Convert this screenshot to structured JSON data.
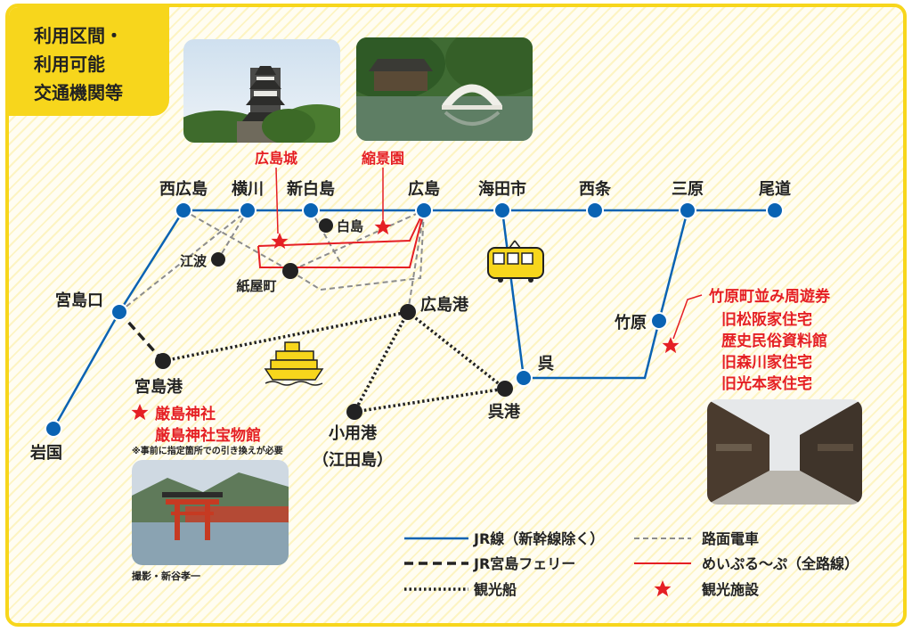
{
  "header": {
    "title_lines": [
      "利用区間・",
      "利用可能",
      "交通機関等"
    ]
  },
  "stations": {
    "nishihiroshima": "西広島",
    "yokogawa": "横川",
    "shinhakushima": "新白島",
    "hiroshima": "広島",
    "kaitaichi": "海田市",
    "saijo": "西条",
    "mihara": "三原",
    "onomichi": "尾道",
    "miyajimaguchi": "宮島口",
    "iwakuni": "岩国",
    "takehara": "竹原",
    "kure": "呉",
    "hakushima": "白島",
    "eba": "江波",
    "kamiyacho": "紙屋町",
    "hiroshima_port": "広島港",
    "miyajima_port": "宮島港",
    "kure_port": "呉港",
    "koyo_port_line1": "小用港",
    "koyo_port_line2": "（江田島）"
  },
  "spots": {
    "hiroshima_castle": "広島城",
    "shukkeien": "縮景園",
    "itsukushima_shrine": "厳島神社",
    "itsukushima_treasure": "厳島神社宝物館",
    "exchange_note": "※事前に指定箇所での引き換えが必要",
    "takehara_title": "竹原町並み周遊券",
    "takehara_items": [
      "旧松阪家住宅",
      "歴史民俗資料館",
      "旧森川家住宅",
      "旧光本家住宅"
    ]
  },
  "photo_credit": "撮影・新谷孝一",
  "legend": {
    "jr_line": "JR線（新幹線除く）",
    "jr_ferry": "JR宮島フェリー",
    "sightseeing_boat": "観光船",
    "streetcar": "路面電車",
    "meipuru": "めいぷる〜ぷ（全路線）",
    "attraction": "観光施設"
  },
  "colors": {
    "jr_blue": "#0a63b3",
    "meipuru_red": "#e51f24",
    "accent_yellow": "#f7d61c",
    "streetcar_gray": "#8c8c8c"
  }
}
